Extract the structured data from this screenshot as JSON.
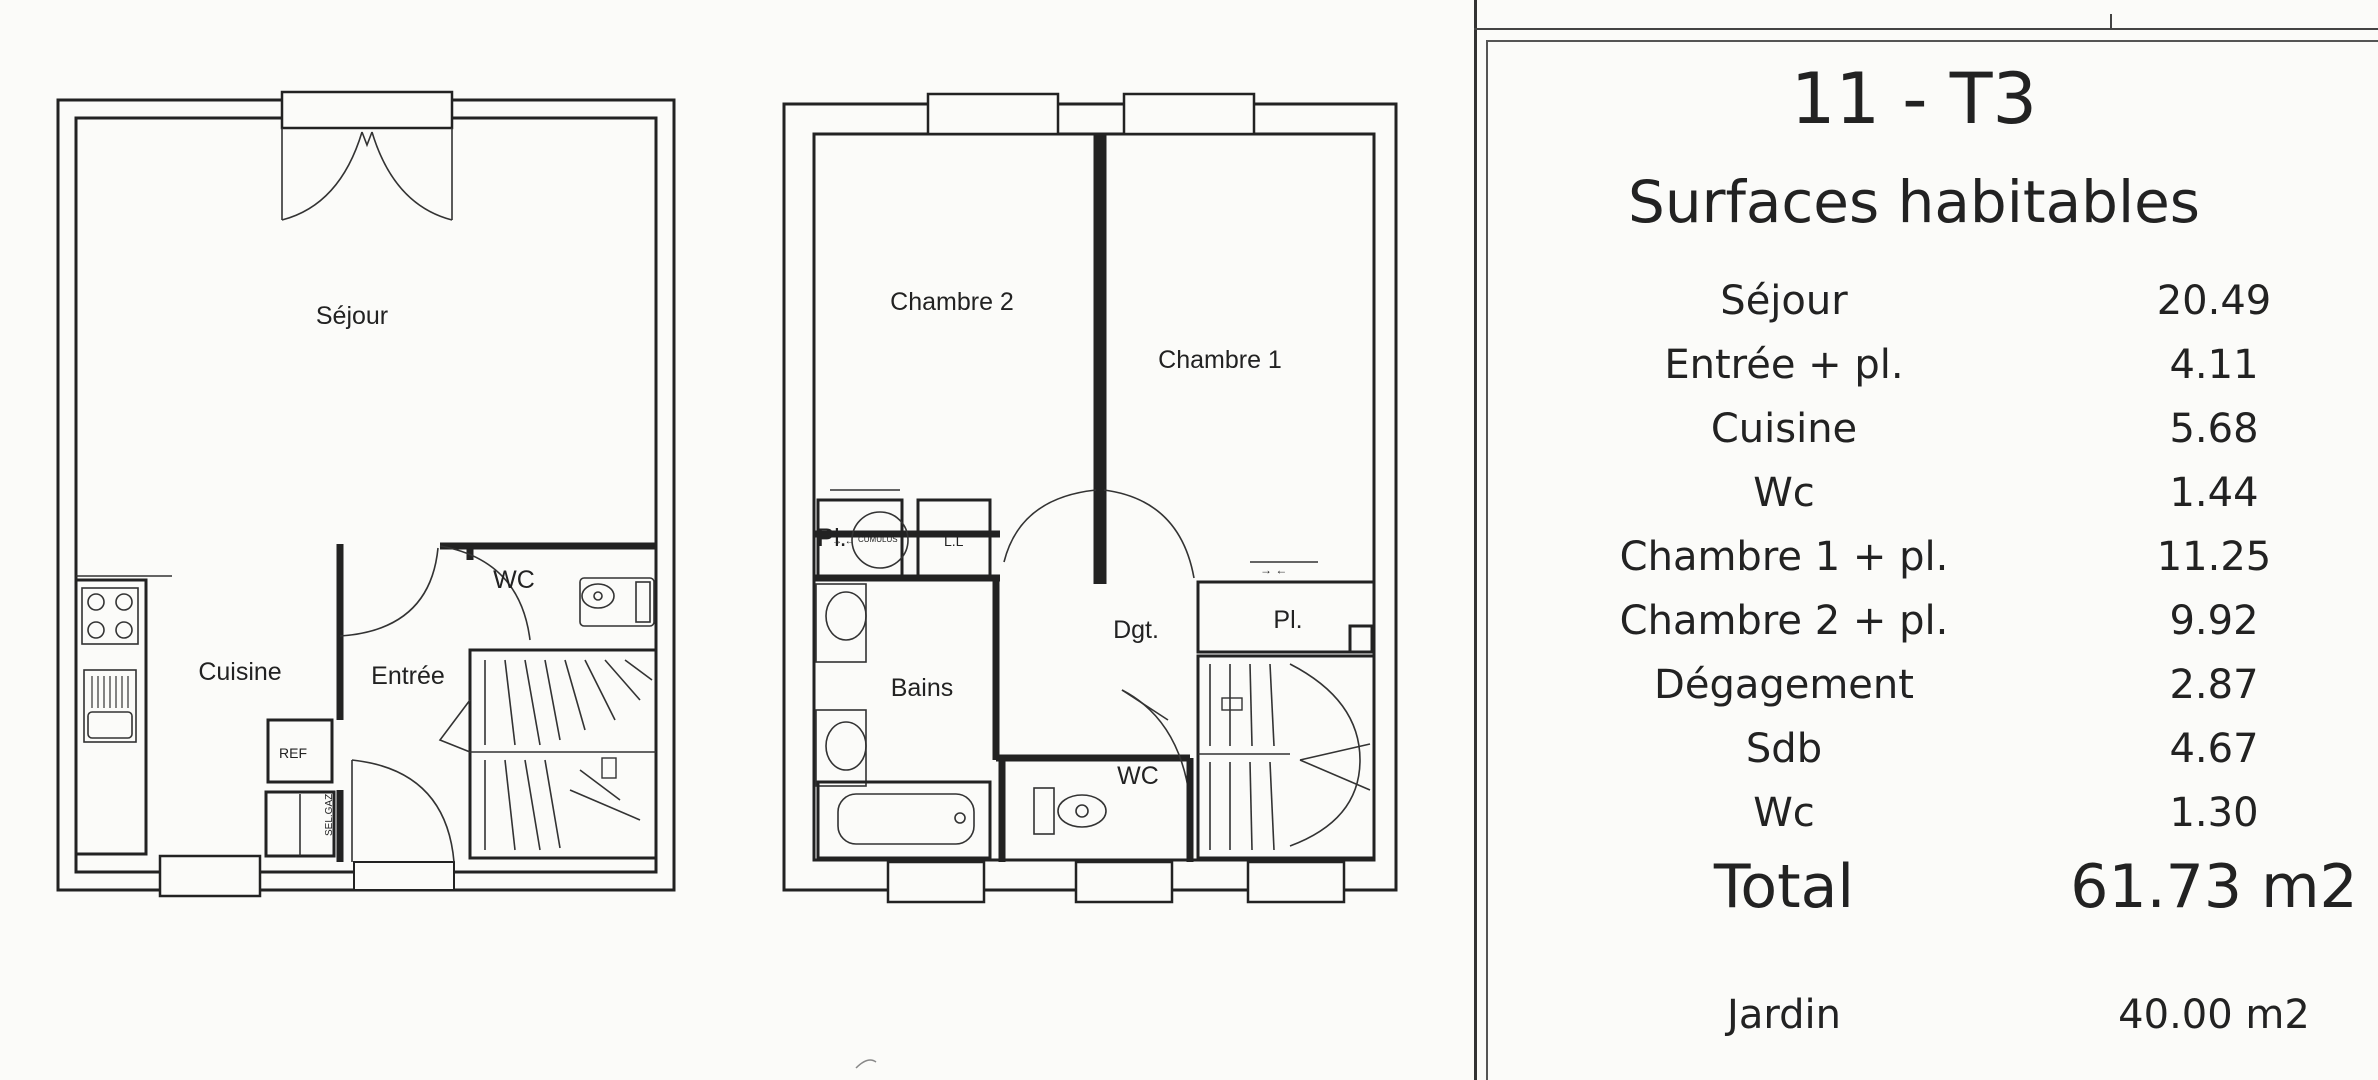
{
  "plan": {
    "ground_floor": {
      "rooms": [
        "Séjour",
        "Cuisine",
        "Entrée",
        "WC"
      ],
      "ref_label": "REF"
    },
    "upper_floor": {
      "rooms": [
        "Chambre 2",
        "Chambre 1",
        "Dgt.",
        "Bains",
        "WC",
        "Pl.",
        "Pl."
      ],
      "ll_label": "L.L"
    }
  },
  "surfaces": {
    "title": "11 - T3",
    "subtitle": "Surfaces habitables",
    "rows": [
      {
        "label": "Séjour",
        "value": "20.49"
      },
      {
        "label": "Entrée + pl.",
        "value": "4.11"
      },
      {
        "label": "Cuisine",
        "value": "5.68"
      },
      {
        "label": "Wc",
        "value": "1.44"
      },
      {
        "label": "Chambre 1 + pl.",
        "value": "11.25"
      },
      {
        "label": "Chambre 2 + pl.",
        "value": "9.92"
      },
      {
        "label": "Dégagement",
        "value": "2.87"
      },
      {
        "label": "Sdb",
        "value": "4.67"
      },
      {
        "label": "Wc",
        "value": "1.30"
      }
    ],
    "total": {
      "label": "Total",
      "value": "61.73 m2"
    },
    "garden": {
      "label": "Jardin",
      "value": "40.00 m2"
    }
  }
}
